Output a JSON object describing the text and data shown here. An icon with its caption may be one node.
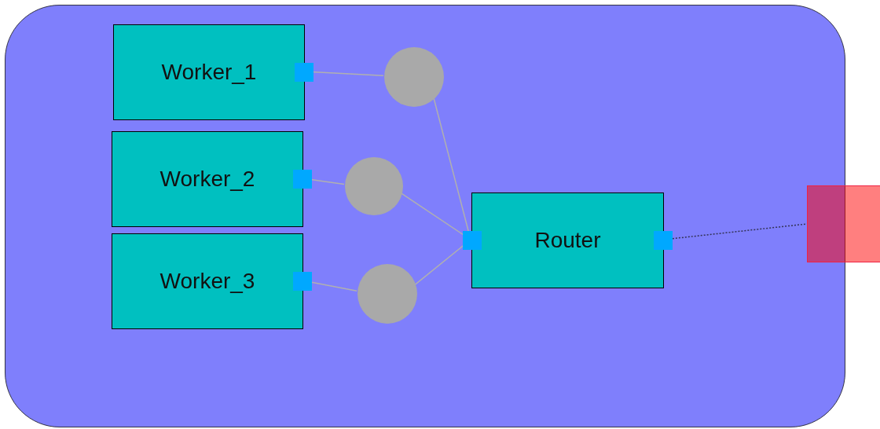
{
  "diagram": {
    "nodes": [
      {
        "text": [],
        "shape": "box"
      },
      {
        "text": [
          "Worker_1"
        ],
        "in": 0
      },
      {
        "text": [
          "Worker_2"
        ],
        "in": 0
      },
      {
        "text": [
          "Worker_3"
        ],
        "in": 0
      },
      {
        "text": [],
        "shape": "circle",
        "in": 0
      },
      {
        "text": [],
        "shape": "circle",
        "in": 0
      },
      {
        "text": [],
        "shape": "circle",
        "in": 0
      },
      {
        "text": [
          "Router"
        ],
        "in": 0
      },
      {
        "text": [],
        "shape": "box"
      }
    ],
    "edges": [
      {
        "from": 1,
        "to": 4,
        "arrow": "none"
      },
      {
        "from": 2,
        "to": 5,
        "arrow": "none"
      },
      {
        "from": 3,
        "to": 6,
        "arrow": "none"
      },
      {
        "from": 4,
        "to": 7,
        "arrow": "to"
      },
      {
        "from": 5,
        "to": 7,
        "arrow": "to"
      },
      {
        "from": 6,
        "to": 7,
        "arrow": "to"
      },
      {
        "from": 7,
        "to": 8,
        "arrow": "none",
        "style": "dashed",
        "color": "#333355"
      }
    ]
  }
}
